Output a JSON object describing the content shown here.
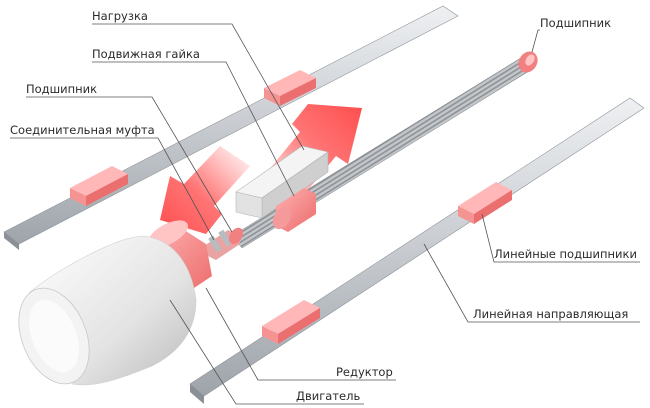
{
  "labels": {
    "load": "Нагрузка",
    "moving_nut": "Подвижная гайка",
    "bearing_left": "Подшипник",
    "coupling": "Соединительная муфта",
    "bearing_right": "Подшипник",
    "linear_bearings": "Линейные подшипники",
    "linear_guide": "Линейная направляющая",
    "reducer": "Редуктор",
    "motor": "Двигатель"
  },
  "colors": {
    "accent": "#f08080",
    "accent_strong": "#f06464",
    "rail": "#c9cdd2",
    "rail_dark": "#9aa0a6",
    "motor": "#e6e6e6"
  }
}
